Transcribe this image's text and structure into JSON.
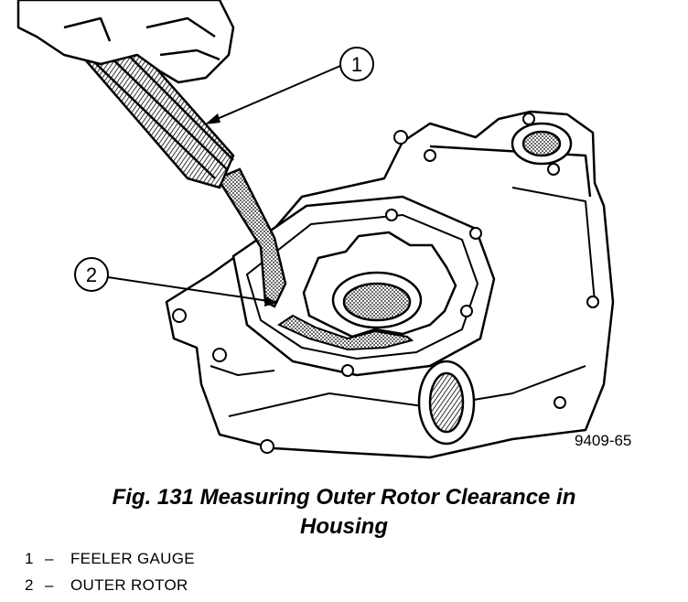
{
  "figure": {
    "drawing_number": "9409-65",
    "caption_line1": "Fig. 131 Measuring Outer Rotor Clearance in",
    "caption_line2": "Housing"
  },
  "callouts": [
    {
      "number": "1",
      "label": "FEELER GAUGE"
    },
    {
      "number": "2",
      "label": "OUTER ROTOR"
    }
  ],
  "legend_separator": "–"
}
